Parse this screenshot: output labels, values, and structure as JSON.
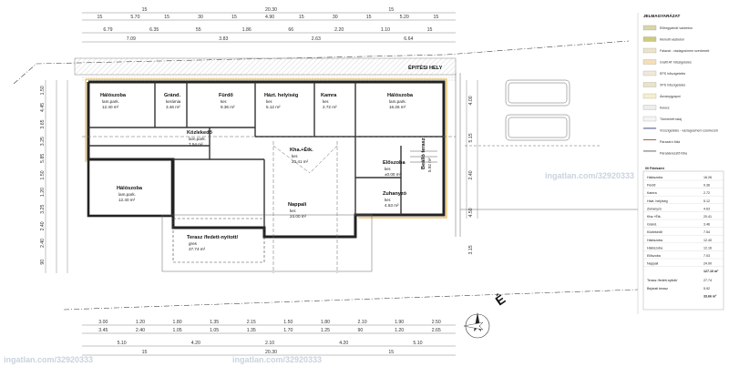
{
  "plan": {
    "site_label": "ÉPITÉSI HELY",
    "north_label": "É",
    "rooms": [
      {
        "name": "Hálószoba",
        "floor": "lam.park.",
        "area": "12.40 m²"
      },
      {
        "name": "Gránd.",
        "floor": "kerámia",
        "area": "3.46 m²"
      },
      {
        "name": "Fürdő",
        "floor": "ker.",
        "area": "9.36 m²"
      },
      {
        "name": "Házt. helyiség",
        "floor": "ker.",
        "area": "5.12 m²"
      },
      {
        "name": "Kamra",
        "floor": "ker.",
        "area": "2.72 m²"
      },
      {
        "name": "Hálószoba",
        "floor": "lam.park.",
        "area": "16.26 m²"
      },
      {
        "name": "Közlekedő",
        "floor": "lam.park.",
        "area": "7.54 m²"
      },
      {
        "name": "Kha.+Étk.",
        "floor": "ker.",
        "area": "20.41 m²"
      },
      {
        "name": "Hálószoba",
        "floor": "lam.park.",
        "area": "12.40 m²"
      },
      {
        "name": "Előszoba",
        "floor": "ker.",
        "area": "±0.00 m²"
      },
      {
        "name": "Zuhanyzó",
        "floor": "ker.",
        "area": "4.63 m²"
      },
      {
        "name": "Nappali",
        "floor": "ker.",
        "area": "24.00 m²"
      },
      {
        "name": "Beálló terasz",
        "floor": "",
        "area": "5.92 m²"
      },
      {
        "name": "Terasz /fedett-nyitott/",
        "floor": "gres",
        "area": "27.74 m²"
      }
    ],
    "dims_top_rows": [
      [
        "15",
        "20.30",
        "15"
      ],
      [
        "15",
        "5.70",
        "15",
        "30",
        "15",
        "4.90",
        "15",
        "30",
        "15",
        "5.20",
        "15"
      ],
      [
        "6.79",
        "6.35",
        "55",
        "1.86",
        "66",
        "2.20",
        "1.10",
        "15"
      ],
      [
        "7.09",
        "3.83",
        "2.63",
        "6.64"
      ]
    ],
    "dims_bottom_rows": [
      [
        "3.00",
        "1.20",
        "1.80",
        "1.35",
        "2.15",
        "1.50",
        "1.80",
        "2.10",
        "1.90",
        "2.50"
      ],
      [
        "3.45",
        "2.40",
        "1.05",
        "1.05",
        "1.35",
        "1.70",
        "1.25",
        "90",
        "1.20",
        "2.65"
      ],
      [
        "5.10",
        "4.20",
        "2.10",
        "4.20",
        "5.10"
      ],
      [
        "15",
        "20.30",
        "15"
      ]
    ],
    "dims_left": [
      "1.50",
      "4.45",
      "3.65",
      "3.25",
      "5.85",
      "1.50",
      "1.20",
      "3.25",
      "2.40",
      "2.40",
      "90"
    ],
    "dims_right": [
      "4.00",
      "5.15",
      "2.40",
      "4.50",
      "3.15"
    ],
    "watermarks": [
      "ingatlan.com/32920333",
      "ingatlan.com/32920333",
      "ingatlan.com/32920333"
    ]
  },
  "legend": {
    "title": "JELMAGYARÁZAT",
    "items": [
      {
        "label": "Előregyártott vasbeton",
        "color": "#d8d6a6"
      },
      {
        "label": "Monolit vasbeton",
        "color": "#ceca7f"
      },
      {
        "label": "Falazat - vázlagos/nem szerkezeti",
        "color": "#ebe4cb"
      },
      {
        "label": "Grafit AT hőszigetelés",
        "color": "#f3dfb8"
      },
      {
        "label": "EPS hőszigetelés",
        "color": "#f1e8d9"
      },
      {
        "label": "XPS hőszigetelés",
        "color": "#e9e3c7"
      },
      {
        "label": "Ásványgyapot",
        "color": "#f7eecb"
      },
      {
        "label": "Kavics",
        "color": "#ededed"
      },
      {
        "label": "Tömörített talaj",
        "color": "#f4f4f4"
      },
      {
        "label": "Vízszigetelés - vázlagos/nem szerkezeti",
        "color": "#2d3a8c"
      },
      {
        "label": "Párazáró fólia",
        "color": "#e33"
      },
      {
        "label": "Páraáteresztő fólia",
        "color": "#666"
      }
    ]
  },
  "area_table": {
    "title": "00 Földszint",
    "rows": [
      [
        "Hálószoba",
        "16.26"
      ],
      [
        "Fürdő",
        "9.36"
      ],
      [
        "Kamra",
        "2.72"
      ],
      [
        "Házt. helyiség",
        "5.12"
      ],
      [
        "Zuhanyzó",
        "4.63"
      ],
      [
        "Kha.+Étk.",
        "20.41"
      ],
      [
        "Gránd.",
        "3.46"
      ],
      [
        "Közlekedő",
        "7.54"
      ],
      [
        "Hálószoba",
        "12.40"
      ],
      [
        "Hálószoba",
        "12.16"
      ],
      [
        "Előszoba",
        "7.03"
      ],
      [
        "Nappali",
        "24.00"
      ]
    ],
    "sum1": "127.10 m²",
    "extra": [
      [
        "Terasz /fedett-nyitott/",
        "27.74"
      ],
      [
        "Bejárati terasz",
        "5.92"
      ]
    ],
    "sum2": "33.66 m²"
  }
}
